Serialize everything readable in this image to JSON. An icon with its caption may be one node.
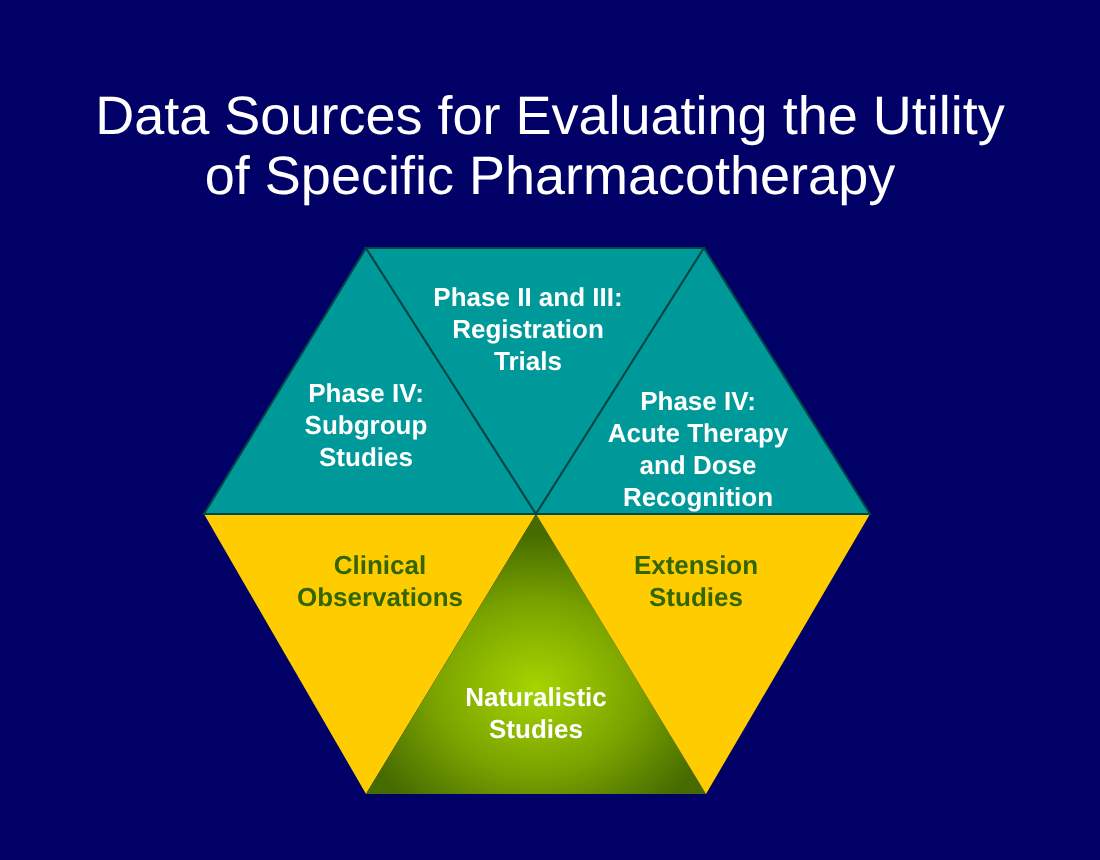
{
  "diagram": {
    "title": "Data Sources for Evaluating the Utility of Specific Pharmacotherapy",
    "nodes": [
      {
        "text": [
          "Phase IV: Subgroup Studies"
        ]
      },
      {
        "text": [
          "Phase II and III: Registration Trials"
        ]
      },
      {
        "text": [
          "Phase IV: Acute Therapy and Dose Recognition"
        ]
      },
      {
        "text": [
          "Clinical Observations"
        ]
      },
      {
        "text": [
          "Naturalistic Studies"
        ]
      },
      {
        "text": [
          "Extension Studies"
        ]
      }
    ]
  }
}
